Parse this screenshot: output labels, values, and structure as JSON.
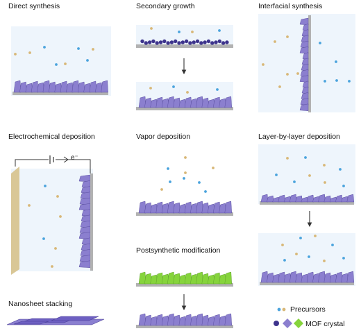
{
  "panels": {
    "direct": "Direct synthesis",
    "secondary": "Secondary growth",
    "interfacial": "Interfacial synthesis",
    "electrochem": "Electrochemical deposition",
    "vapor": "Vapor deposition",
    "lbl": "Layer-by-layer deposition",
    "postsynthetic": "Postsynthetic modification",
    "nanosheet": "Nanosheet stacking"
  },
  "electron_label": "e⁻",
  "legend": {
    "precursors": "Precursors",
    "mof": "MOF crystal"
  },
  "colors": {
    "crystal": "#8b7fcf",
    "crystal_dark": "#5c50a3",
    "seed": "#3d338c",
    "precursor_blue": "#4aa3dd",
    "precursor_gold": "#d8b777",
    "green": "#86d43c",
    "liquid": "#eef5fc",
    "substrate": "#b2b2b2",
    "electrode": "#d9c796",
    "nanosheet": "#6d5fc2"
  }
}
